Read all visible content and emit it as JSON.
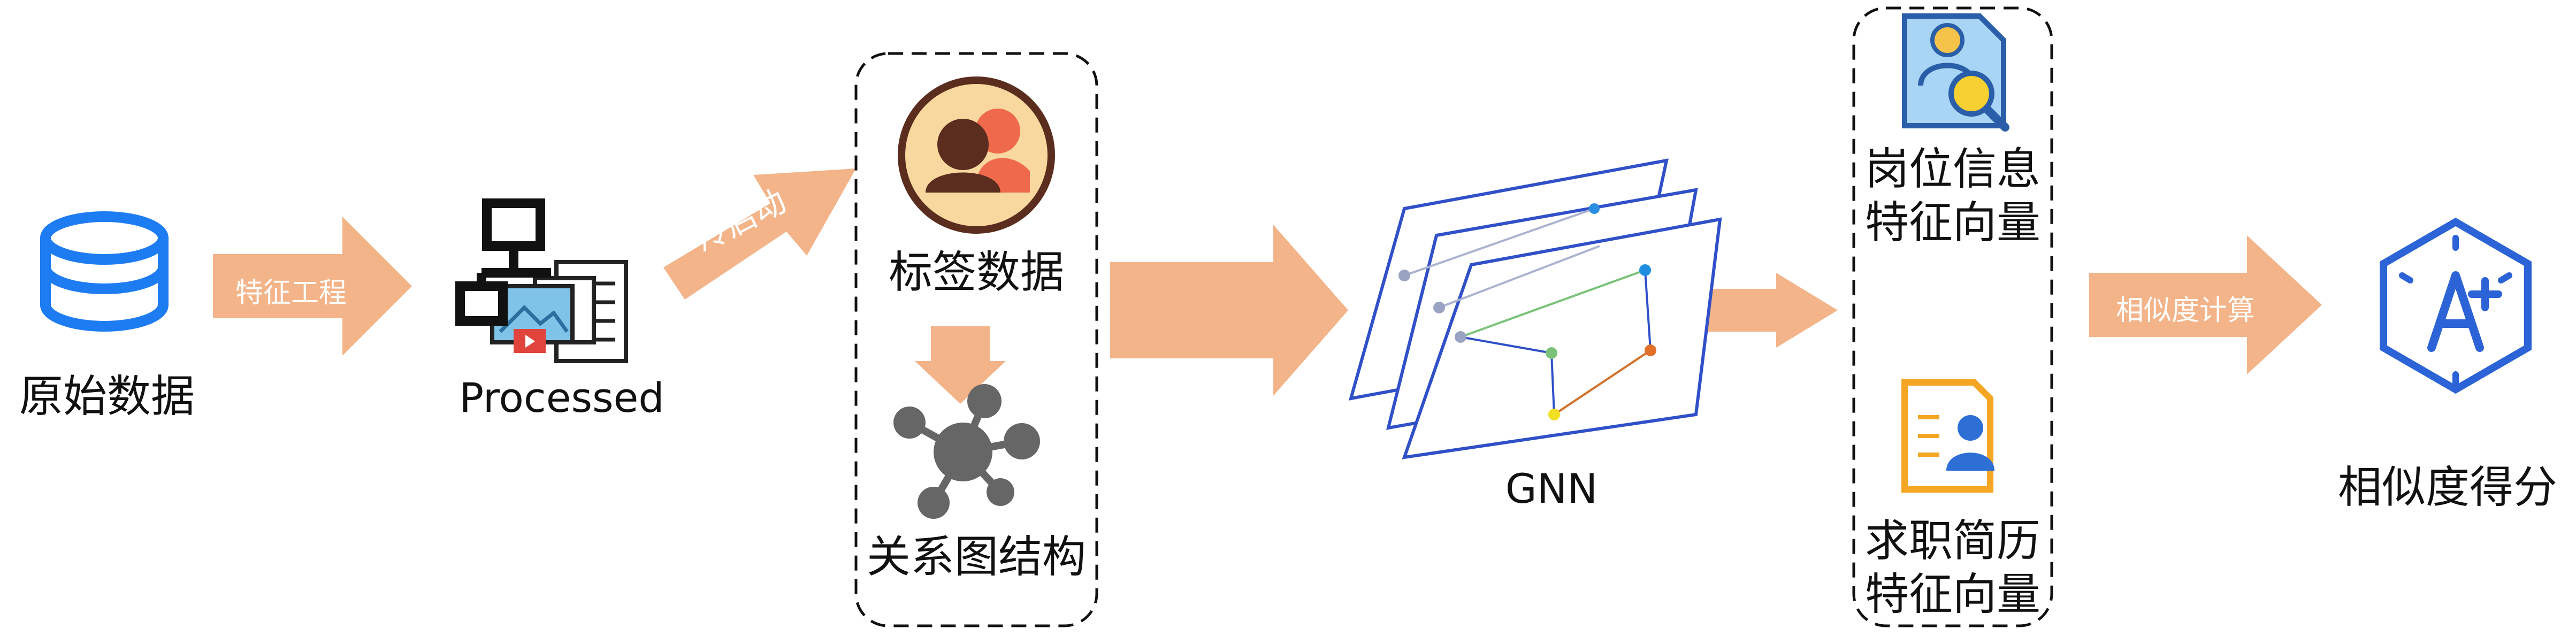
{
  "pipeline": {
    "raw_data_label": "原始数据",
    "feature_engineering_label": "特征工程",
    "processed_label": "Processed",
    "cold_start_label": "冷启动",
    "tag_data_label": "标签数据",
    "relation_graph_label": "关系图结构",
    "gnn_label": "GNN",
    "job_vector_label_line1": "岗位信息",
    "job_vector_label_line2": "特征向量",
    "resume_vector_label_line1": "求职简历",
    "resume_vector_label_line2": "特征向量",
    "similarity_calc_label": "相似度计算",
    "similarity_score_label": "相似度得分"
  },
  "icons": {
    "raw_data": "database-icon",
    "processed": "network-document-icon",
    "tag_data": "user-group-icon",
    "relation_graph": "graph-nodes-icon",
    "job_info": "document-search-icon",
    "resume": "resume-icon",
    "score": "grade-a-plus-icon"
  },
  "colors": {
    "arrow": "#f3b489",
    "database_blue": "#1e7cf2",
    "gnn_frame_blue": "#3050c8",
    "grade_blue": "#2c63d6",
    "resume_orange": "#f5a623",
    "user_circle_fill": "#f9d8a0",
    "user_dark": "#5a2d1e",
    "user_accent": "#ef6a4c",
    "graph_gray": "#666666"
  }
}
